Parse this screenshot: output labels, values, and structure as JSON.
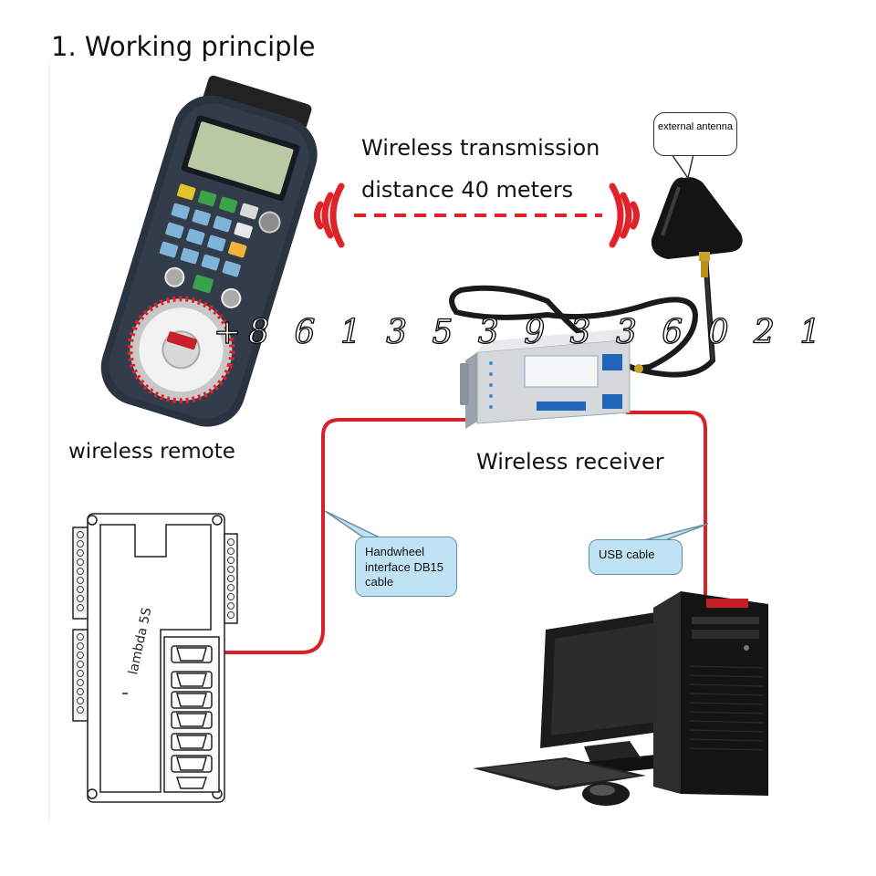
{
  "title": "1. Working principle",
  "transmission": {
    "line1": "Wireless transmission",
    "line2": "distance 40 meters"
  },
  "labels": {
    "wireless_remote": "wireless remote",
    "wireless_receiver": "Wireless receiver",
    "external_antenna": "external antenna",
    "controller_model": "lambda 5S"
  },
  "callouts": {
    "db15_line1": "Handwheel",
    "db15_line2": "interface DB15",
    "db15_line3": "cable",
    "usb": "USB cable"
  },
  "watermark_phone": "+8 6 1 3 5 3 9 3 3 6 0 2 1",
  "colors": {
    "cable_red": "#d8202b",
    "signal_red": "#e0232a",
    "callout_fill": "#bfe3f4",
    "remote_body": "#2a3340",
    "screen_green": "#b9c9a5",
    "receiver_silver": "#d4d8dd"
  }
}
